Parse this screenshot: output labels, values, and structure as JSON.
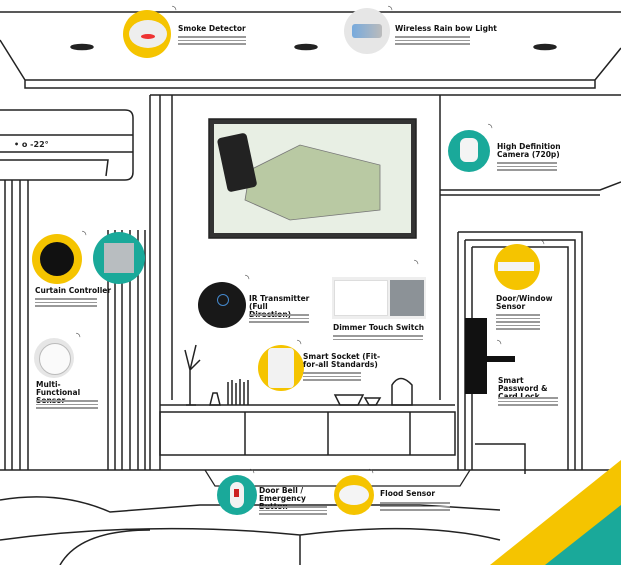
{
  "ac_display": "•  o   -22°",
  "devices": [
    {
      "id": "smoke-detector",
      "title": "Smoke Detector",
      "color": "#f5c400"
    },
    {
      "id": "rainbow-light",
      "title": "Wireless Rain bow Light",
      "color": "#e6e6e6"
    },
    {
      "id": "hd-camera",
      "title": "High Definition Camera (720p)",
      "color": "#1aa99a"
    },
    {
      "id": "curtain-controller",
      "title": "Curtain Controller",
      "color": "#f5c400"
    },
    {
      "id": "multi-sensor",
      "title": "Multi-Functional Sensor",
      "color": "#e6e6e6"
    },
    {
      "id": "ir-transmitter",
      "title": "IR Transmitter (Full Direction)",
      "color": "#ffffff"
    },
    {
      "id": "dimmer-switch",
      "title": "Dimmer Touch Switch",
      "color": "#e6e6e6"
    },
    {
      "id": "smart-socket",
      "title": "Smart Socket (Fit-for-all Standards)",
      "color": "#f5c400"
    },
    {
      "id": "door-window-sensor",
      "title": "Door/Window Sensor",
      "color": "#f5c400"
    },
    {
      "id": "smart-lock",
      "title": "Smart Password & Card Lock",
      "color": "#ffffff"
    },
    {
      "id": "door-bell",
      "title": "Door Bell / Emergency Button",
      "color": "#1aa99a"
    },
    {
      "id": "flood-sensor",
      "title": "Flood Sensor",
      "color": "#f5c400"
    }
  ],
  "colors": {
    "yellow": "#f5c400",
    "teal": "#1aa99a"
  }
}
